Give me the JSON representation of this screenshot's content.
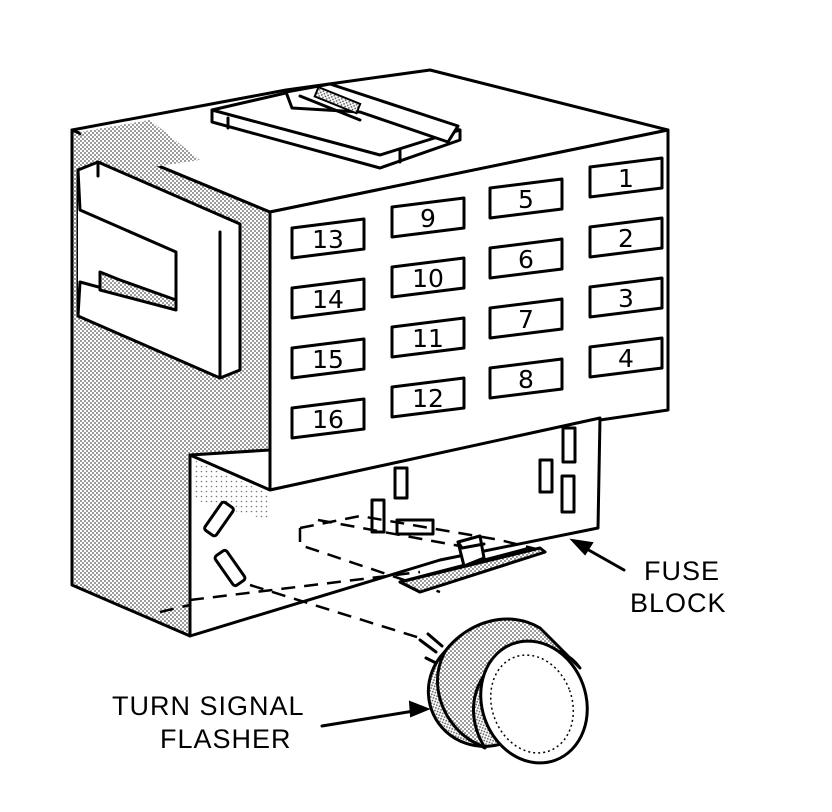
{
  "labels": {
    "fuse_block_line1": "FUSE",
    "fuse_block_line2": "BLOCK",
    "flasher_line1": "TURN SIGNAL",
    "flasher_line2": "FLASHER"
  },
  "fuse_slots": [
    {
      "number": "1",
      "column": 4,
      "row": 1
    },
    {
      "number": "2",
      "column": 4,
      "row": 2
    },
    {
      "number": "3",
      "column": 4,
      "row": 3
    },
    {
      "number": "4",
      "column": 4,
      "row": 4
    },
    {
      "number": "5",
      "column": 3,
      "row": 1
    },
    {
      "number": "6",
      "column": 3,
      "row": 2
    },
    {
      "number": "7",
      "column": 3,
      "row": 3
    },
    {
      "number": "8",
      "column": 3,
      "row": 4
    },
    {
      "number": "9",
      "column": 2,
      "row": 1
    },
    {
      "number": "10",
      "column": 2,
      "row": 2
    },
    {
      "number": "11",
      "column": 2,
      "row": 3
    },
    {
      "number": "12",
      "column": 2,
      "row": 4
    },
    {
      "number": "13",
      "column": 1,
      "row": 1
    },
    {
      "number": "14",
      "column": 1,
      "row": 2
    },
    {
      "number": "15",
      "column": 1,
      "row": 3
    },
    {
      "number": "16",
      "column": 1,
      "row": 4
    }
  ],
  "colors": {
    "ink": "#000000",
    "paper": "#ffffff",
    "shade": "#9a9a9a"
  }
}
